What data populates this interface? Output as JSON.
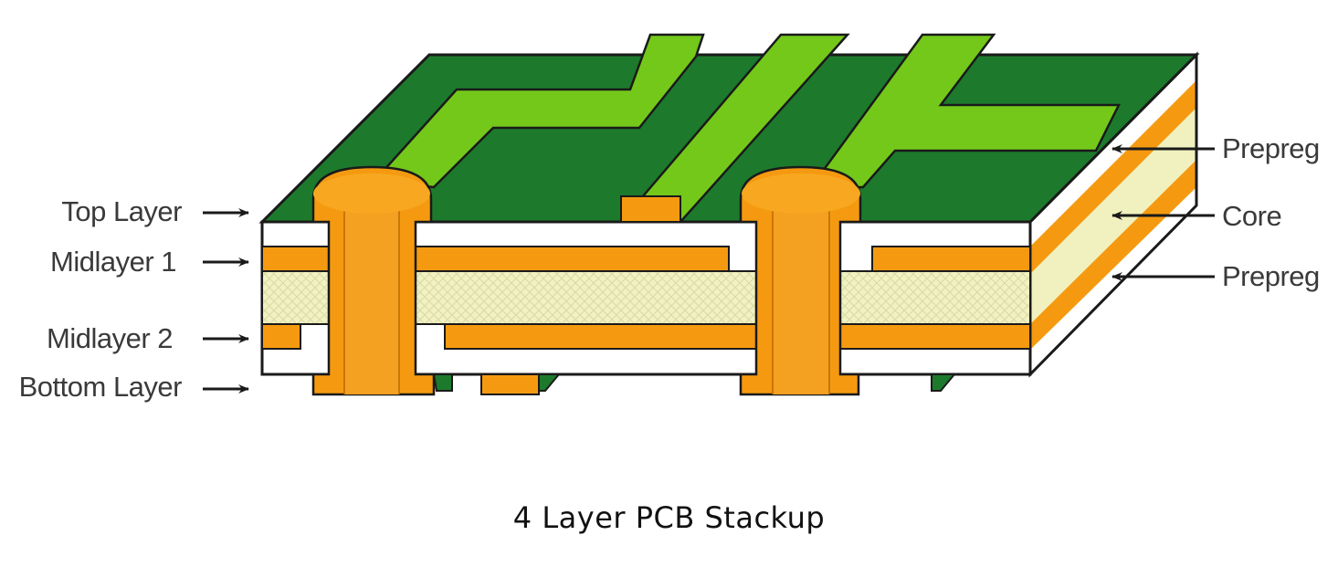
{
  "left_labels": {
    "top_layer": "Top Layer",
    "midlayer_1": "Midlayer 1",
    "midlayer_2": "Midlayer 2",
    "bottom_layer": "Bottom Layer"
  },
  "right_labels": {
    "prepreg_top": "Prepreg",
    "core": "Core",
    "prepreg_bottom": "Prepreg"
  },
  "caption": "4 Layer PCB Stackup",
  "colors": {
    "solder_mask": "#1d7a2c",
    "trace": "#74c81a",
    "copper": "#f59a10",
    "core": "#f1f1bf",
    "prepreg": "#ffffff",
    "outline": "#1a1a1a"
  }
}
